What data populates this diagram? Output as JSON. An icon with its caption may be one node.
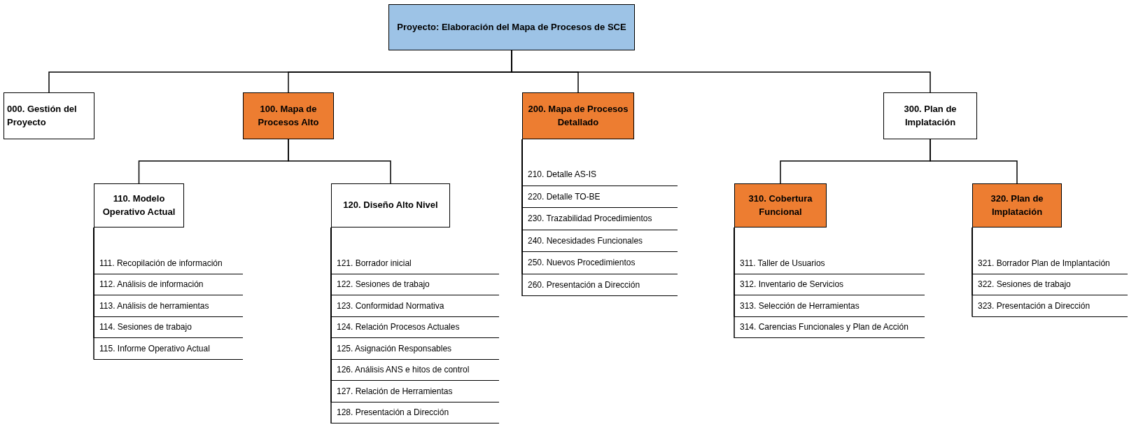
{
  "diagram": {
    "nodes": [
      {
        "text": [
          "Proyecto: Elaboración del Mapa de Procesos de SCE"
        ]
      },
      {
        "text": [
          "000. Gestión del Proyecto"
        ]
      },
      {
        "text": [
          "100. Mapa de Procesos Alto"
        ]
      },
      {
        "text": [
          "200. Mapa de Procesos Detallado"
        ]
      },
      {
        "text": [
          "300. Plan de Implatación"
        ]
      },
      {
        "text": [
          "110. Modelo Operativo Actual"
        ]
      },
      {
        "text": [
          "120. Diseño Alto Nivel"
        ]
      },
      {
        "text": [
          "310. Cobertura Funcional"
        ]
      },
      {
        "text": [
          "320. Plan de Implatación"
        ]
      },
      {
        "text": [
          "210. Detalle AS-IS"
        ]
      },
      {
        "text": [
          "220. Detalle TO-BE"
        ]
      },
      {
        "text": [
          "230. Trazabilidad Procedimientos"
        ]
      },
      {
        "text": [
          "240. Necesidades Funcionales"
        ]
      },
      {
        "text": [
          "250. Nuevos Procedimientos"
        ]
      },
      {
        "text": [
          "260. Presentación a Dirección"
        ]
      },
      {
        "text": [
          "111. Recopilación de información"
        ]
      },
      {
        "text": [
          "112. Análisis de información"
        ]
      },
      {
        "text": [
          "113. Análisis de herramientas"
        ]
      },
      {
        "text": [
          "114. Sesiones de trabajo"
        ]
      },
      {
        "text": [
          "115. Informe Operativo Actual"
        ]
      },
      {
        "text": [
          "121. Borrador inicial"
        ]
      },
      {
        "text": [
          "122. Sesiones de trabajo"
        ]
      },
      {
        "text": [
          "123. Conformidad Normativa"
        ]
      },
      {
        "text": [
          "124. Relación Procesos Actuales"
        ]
      },
      {
        "text": [
          "125. Asignación Responsables"
        ]
      },
      {
        "text": [
          "126. Análisis ANS e hitos de control"
        ]
      },
      {
        "text": [
          "127. Relación de Herramientas"
        ]
      },
      {
        "text": [
          "128. Presentación a Dirección"
        ]
      },
      {
        "text": [
          "311. Taller de Usuarios"
        ]
      },
      {
        "text": [
          "312. Inventario de Servicios"
        ]
      },
      {
        "text": [
          "313. Selección de Herramientas"
        ]
      },
      {
        "text": [
          "314. Carencias Funcionales y Plan de Acción"
        ]
      },
      {
        "text": [
          "321. Borrador Plan de Implantación"
        ]
      },
      {
        "text": [
          "322. Sesiones de trabajo"
        ]
      },
      {
        "text": [
          "323. Presentación a Dirección"
        ]
      }
    ],
    "edges": [
      {
        "from": 0,
        "to": 1,
        "arrow": "none"
      },
      {
        "from": 0,
        "to": 2,
        "arrow": "none"
      },
      {
        "from": 0,
        "to": 3,
        "arrow": "none"
      },
      {
        "from": 0,
        "to": 4,
        "arrow": "none"
      },
      {
        "from": 2,
        "to": 5,
        "arrow": "none"
      },
      {
        "from": 2,
        "to": 6,
        "arrow": "none"
      },
      {
        "from": 4,
        "to": 7,
        "arrow": "none"
      },
      {
        "from": 4,
        "to": 8,
        "arrow": "none"
      },
      {
        "from": 3,
        "to": 9,
        "arrow": "none"
      },
      {
        "from": 3,
        "to": 10,
        "arrow": "none"
      },
      {
        "from": 3,
        "to": 11,
        "arrow": "none"
      },
      {
        "from": 3,
        "to": 12,
        "arrow": "none"
      },
      {
        "from": 3,
        "to": 13,
        "arrow": "none"
      },
      {
        "from": 3,
        "to": 14,
        "arrow": "none"
      },
      {
        "from": 5,
        "to": 15,
        "arrow": "none"
      },
      {
        "from": 5,
        "to": 16,
        "arrow": "none"
      },
      {
        "from": 5,
        "to": 17,
        "arrow": "none"
      },
      {
        "from": 5,
        "to": 18,
        "arrow": "none"
      },
      {
        "from": 5,
        "to": 19,
        "arrow": "none"
      },
      {
        "from": 6,
        "to": 20,
        "arrow": "none"
      },
      {
        "from": 6,
        "to": 21,
        "arrow": "none"
      },
      {
        "from": 6,
        "to": 22,
        "arrow": "none"
      },
      {
        "from": 6,
        "to": 23,
        "arrow": "none"
      },
      {
        "from": 6,
        "to": 24,
        "arrow": "none"
      },
      {
        "from": 6,
        "to": 25,
        "arrow": "none"
      },
      {
        "from": 6,
        "to": 26,
        "arrow": "none"
      },
      {
        "from": 6,
        "to": 27,
        "arrow": "none"
      },
      {
        "from": 7,
        "to": 28,
        "arrow": "none"
      },
      {
        "from": 7,
        "to": 29,
        "arrow": "none"
      },
      {
        "from": 7,
        "to": 30,
        "arrow": "none"
      },
      {
        "from": 7,
        "to": 31,
        "arrow": "none"
      },
      {
        "from": 8,
        "to": 32,
        "arrow": "none"
      },
      {
        "from": 8,
        "to": 33,
        "arrow": "none"
      },
      {
        "from": 8,
        "to": 34,
        "arrow": "none"
      }
    ]
  }
}
